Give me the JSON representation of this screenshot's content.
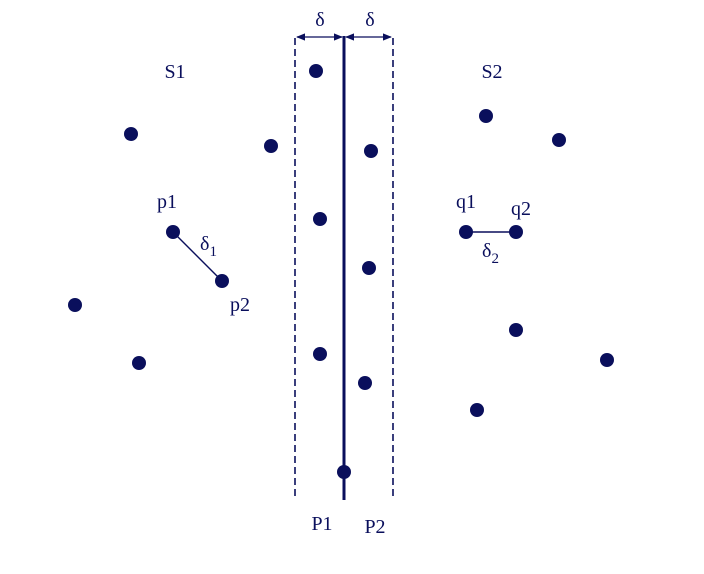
{
  "diagram": {
    "ink_color": "#0a0f5c",
    "background": "#ffffff",
    "labels": {
      "delta_left": "δ",
      "delta_right": "δ",
      "set_left": "S1",
      "set_right": "S2",
      "half_left": "P1",
      "half_right": "P2",
      "p1": "p1",
      "p2": "p2",
      "q1": "q1",
      "q2": "q2",
      "delta1_symbol": "δ",
      "delta1_sub": "1",
      "delta2_symbol": "δ",
      "delta2_sub": "2"
    },
    "points": [
      {
        "id": "s1-a"
      },
      {
        "id": "s1-b"
      },
      {
        "id": "s1-p1"
      },
      {
        "id": "s1-p2"
      },
      {
        "id": "s1-c"
      },
      {
        "id": "s1-d"
      },
      {
        "id": "strip-a"
      },
      {
        "id": "strip-b"
      },
      {
        "id": "strip-c"
      },
      {
        "id": "strip-d"
      },
      {
        "id": "strip-e"
      },
      {
        "id": "strip-f"
      },
      {
        "id": "strip-g"
      },
      {
        "id": "strip-h"
      },
      {
        "id": "strip-i"
      },
      {
        "id": "s2-a"
      },
      {
        "id": "s2-b"
      },
      {
        "id": "s2-q1"
      },
      {
        "id": "s2-q2"
      },
      {
        "id": "s2-c"
      },
      {
        "id": "s2-d"
      },
      {
        "id": "s2-e"
      }
    ]
  }
}
